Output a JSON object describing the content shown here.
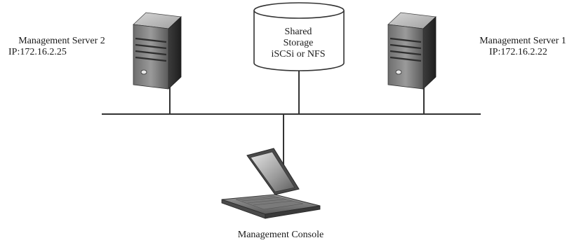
{
  "nodes": {
    "server_left": {
      "name": "Management Server 2",
      "ip": "IP:172.16.2.25"
    },
    "server_right": {
      "name": "Management Server 1",
      "ip": "IP:172.16.2.22"
    },
    "storage": {
      "line1": "Shared",
      "line2": "Storage",
      "line3": "iSCSi or NFS"
    },
    "console": {
      "name": "Management Console"
    }
  },
  "colors": {
    "line": "#333333",
    "server_dark": "#4a4a4a",
    "server_light": "#bdbdbd",
    "storage_fill": "#ffffff"
  }
}
